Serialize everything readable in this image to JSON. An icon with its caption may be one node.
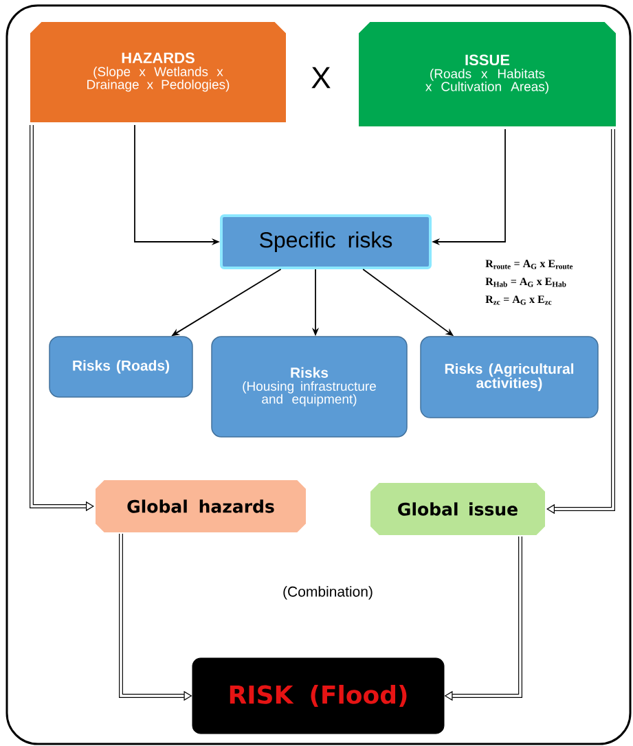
{
  "diagram": {
    "nodes": [
      {
        "text": [
          "HAZARDS",
          "(Slope x Wetlands x Drainage x Pedologies)"
        ]
      },
      {
        "text": [
          "ISSUE",
          "(Roads x Habitats x Cultivation Areas)"
        ]
      },
      {
        "text": [
          "Specific risks"
        ]
      },
      {
        "text": [
          "**Risks** (Roads)"
        ]
      },
      {
        "text": [
          "Risks",
          "(Housing infrastructure and equipment)"
        ]
      },
      {
        "text": [
          "**Risks** (Agricultural activities)"
        ]
      },
      {
        "text": [
          "Global hazards"
        ]
      },
      {
        "text": [
          "Global issue"
        ]
      },
      {
        "text": [
          "RISK (Flood)"
        ]
      }
    ],
    "edges": [
      {
        "from": 0,
        "to": 2,
        "arrow": "to"
      },
      {
        "from": 1,
        "to": 2,
        "arrow": "to"
      },
      {
        "from": 2,
        "to": 3,
        "arrow": "to"
      },
      {
        "from": 2,
        "to": 4,
        "arrow": "to"
      },
      {
        "from": 2,
        "to": 5,
        "arrow": "to"
      },
      {
        "from": 0,
        "to": 6,
        "arrow": "to",
        "style": "thick"
      },
      {
        "from": 1,
        "to": 7,
        "arrow": "to",
        "style": "thick"
      },
      {
        "from": 6,
        "to": 8,
        "arrow": "to",
        "style": "thick"
      },
      {
        "from": 7,
        "to": 8,
        "arrow": "to",
        "style": "thick"
      }
    ],
    "labels": [
      "X",
      "R$_{route}$ = A$_{G}$ x E$_{route}$",
      "R$_{Hab}$ = A$_{G}$ x E$_{Hab}$",
      "R$_{zc}$ = A$_{G}$ x E$_{zc}$",
      "(Combination)"
    ]
  }
}
